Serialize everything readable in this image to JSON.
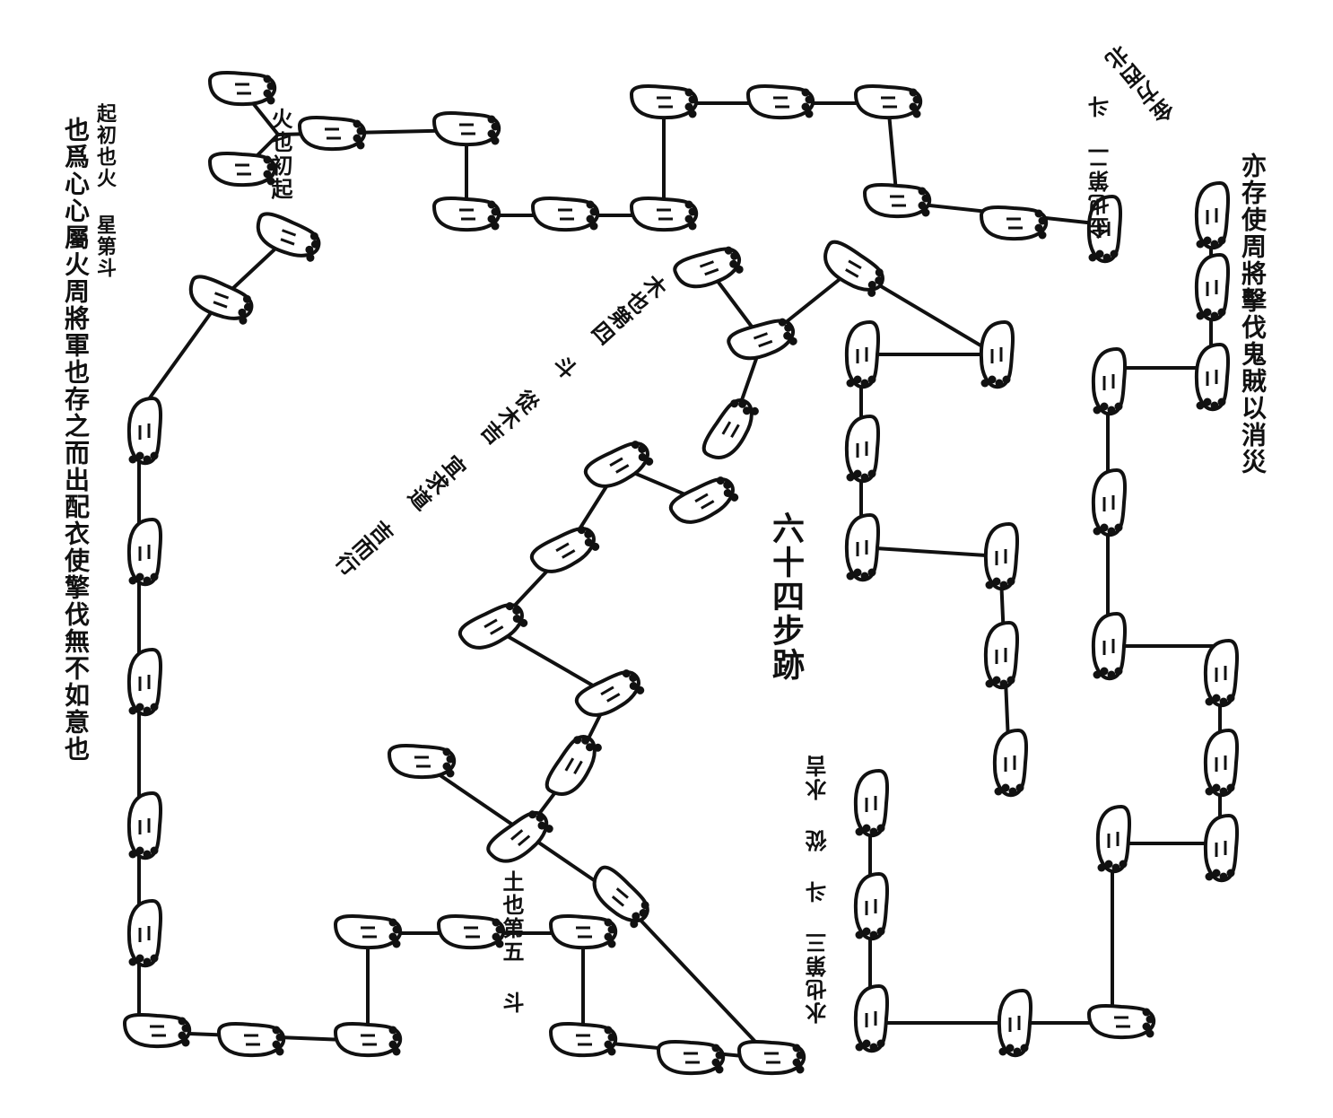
{
  "title": "六十四步跡",
  "texts": {
    "left_note": "也爲心心屬火周將軍也存之而出配衣使擎伐無不如意也",
    "left_note_top": "起初也火 星第斗",
    "fire_label": "火也初起",
    "diag_note": "木也第四 斗 從木吉 宜求道 吉而行",
    "earth_label": "土也第五 斗",
    "water_label": "水也第三 斗 從 水吉",
    "metal_label": "金也第二 斗",
    "right_note": "亦存使周將擊伐鬼賊以消災",
    "right_arc": "金方西北"
  },
  "colors": {
    "ink": "#111111",
    "paper": "#ffffff"
  }
}
